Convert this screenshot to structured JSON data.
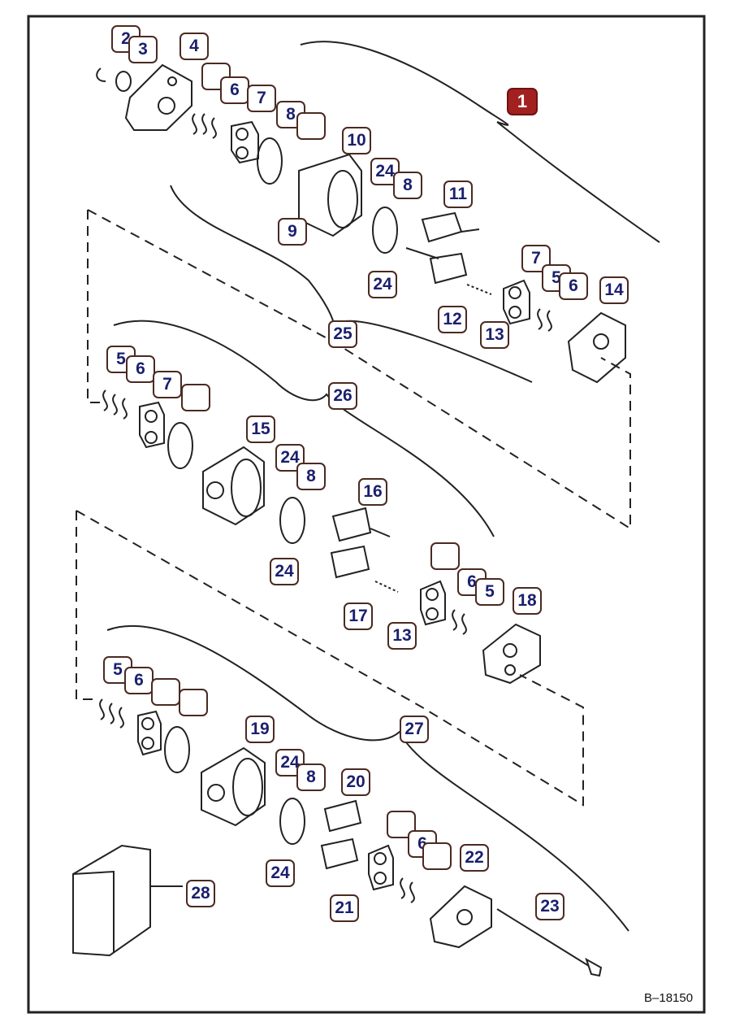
{
  "diagram": {
    "drawing_code": "B–18150",
    "main_callout": "1",
    "callouts": {
      "c2": "2",
      "c3": "3",
      "c4": "4",
      "c5a": "",
      "c6a": "6",
      "c7a": "7",
      "c8a": "8",
      "c8blank": "",
      "c10": "10",
      "c24a": "24",
      "c8b": "8",
      "c11": "11",
      "c9": "9",
      "c24b": "24",
      "c12": "12",
      "c13a": "13",
      "c7b": "7",
      "c5b": "5",
      "c6b": "6",
      "c14": "14",
      "c25": "25",
      "c26": "26",
      "c5c": "5",
      "c6c": "6",
      "c7c": "7",
      "c8c": "",
      "c15": "15",
      "c24c": "24",
      "c8d": "8",
      "c16": "16",
      "c24d": "24",
      "c7d": "",
      "c6d": "6",
      "c5d": "5",
      "c18": "18",
      "c17": "17",
      "c13b": "13",
      "c5e": "5",
      "c6e": "6",
      "c7e": "",
      "c8e": "",
      "c19": "19",
      "c27": "27",
      "c24e": "24",
      "c8f": "8",
      "c20": "20",
      "c7f": "",
      "c6f": "6",
      "c5f": "",
      "c22": "22",
      "c24f": "24",
      "c21": "21",
      "c23": "23",
      "c28": "28"
    }
  }
}
